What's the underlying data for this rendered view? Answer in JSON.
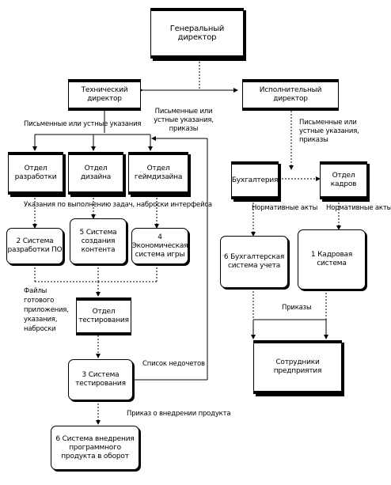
{
  "nodes": {
    "general_director": "Генеральный директор",
    "tech_director": "Технический директор",
    "exec_director": "Исполнительный директор",
    "dev_dept": "Отдел разработки",
    "design_dept": "Отдел дизайна",
    "gamedesign_dept": "Отдел геймдизайна",
    "accounting": "Бухгалтерия",
    "hr_dept": "Отдел кадров",
    "sys_dev_env": "2 Система разработки ПО",
    "sys_content": "5 Система создания контента",
    "sys_economic": "4 Экономическая система игры",
    "sys_accounting": "6 Бухгалтерская система учета",
    "sys_hr": "1 Кадровая система",
    "testing_dept": "Отдел тестирования",
    "sys_testing": "3 Система тестирования",
    "sys_release": "6 Система внедрения программного продукта в оборот",
    "employees": "Сотрудники предприятия"
  },
  "labels": {
    "orders_left": "Письменные или устные указания",
    "orders_center": "Письменные или устные указания, приказы",
    "orders_right": "Письменные или устные указания, приказы",
    "task_reports": "Указания по выполнению задач, наброски интерфейса",
    "normative_acts_1": "Нормативные акты",
    "normative_acts_2": "Нормативные акты",
    "finished_files": "Файлы готового приложения, указания, наброски",
    "defects_list": "Список недочетов",
    "product_release": "Приказ о внедрении продукта",
    "orders_bottom": "Приказы"
  }
}
